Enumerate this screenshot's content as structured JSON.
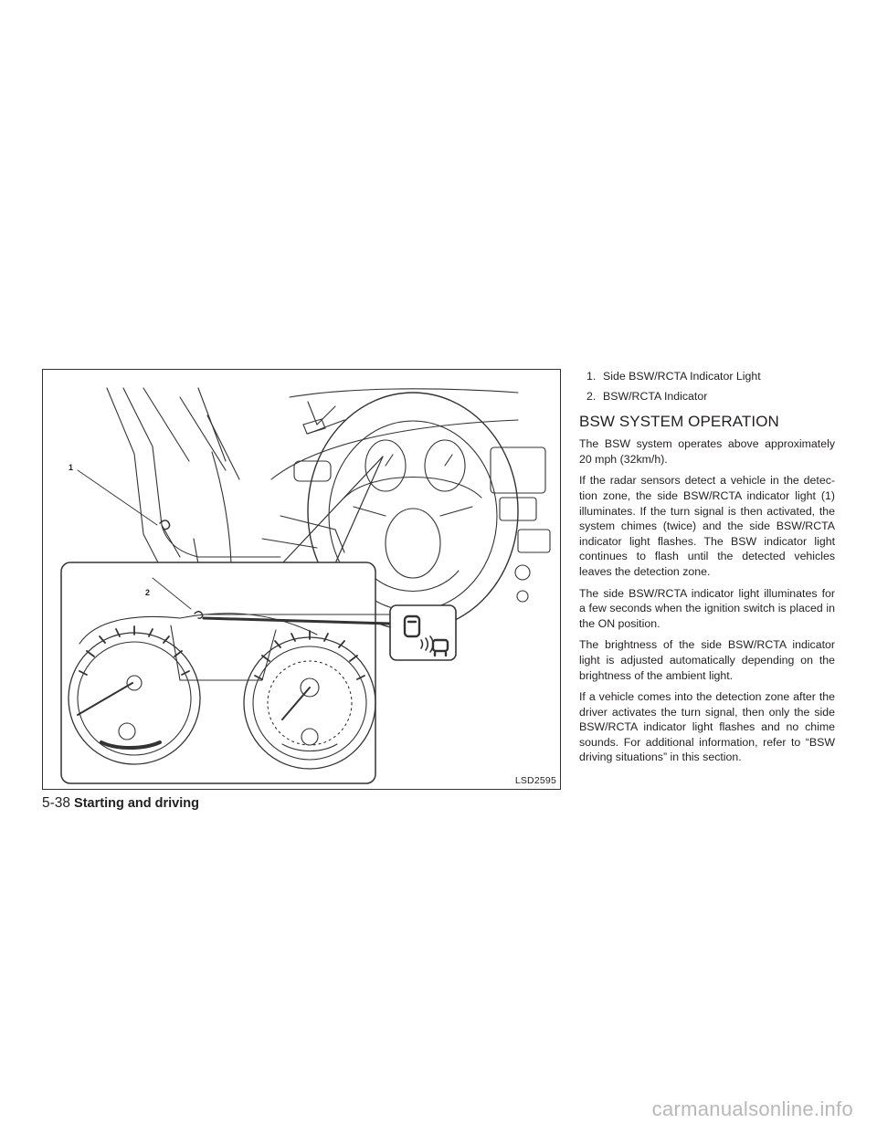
{
  "figure": {
    "code": "LSD2595",
    "callouts": [
      "1",
      "2"
    ]
  },
  "legend": [
    {
      "num": "1.",
      "label": "Side BSW/RCTA Indicator Light"
    },
    {
      "num": "2.",
      "label": "BSW/RCTA Indicator"
    }
  ],
  "section": {
    "title": "BSW SYSTEM OPERATION",
    "paragraphs": [
      "The BSW system operates above approximately 20 mph (32km/h).",
      "If the radar sensors detect a vehicle in the detec-tion zone, the side BSW/RCTA indicator light (1) illuminates. If the turn signal is then activated, the system chimes (twice) and the side BSW/RCTA indicator light flashes. The BSW indicator light continues to flash until the detected vehicles leaves the detection zone.",
      "The side BSW/RCTA indicator light illuminates for a few seconds when the ignition switch is placed in the ON position.",
      "The brightness of the side BSW/RCTA indicator light is adjusted automatically depending on the brightness of the ambient light.",
      "If a vehicle comes into the detection zone after the driver activates the turn signal, then only the side BSW/RCTA indicator light flashes and no chime sounds. For additional information, refer to “BSW driving situations” in this section."
    ]
  },
  "footer": {
    "page_number": "5-38",
    "chapter": "Starting and driving"
  },
  "watermark": "carmanualsonline.info"
}
